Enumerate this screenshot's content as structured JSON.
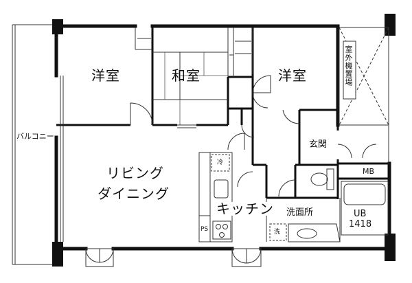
{
  "rooms": {
    "western_room_left": "洋室",
    "japanese_room": "和室",
    "western_room_right": "洋室",
    "entrance": "玄関",
    "living_dining_line1": "リビング",
    "living_dining_line2": "ダイニング",
    "kitchen": "キッチン",
    "washroom": "洗面所",
    "unit_bath_line1": "UB",
    "unit_bath_line2": "1418"
  },
  "labels": {
    "balcony": "バルコニー",
    "outdoor_unit_area": "室外機置場",
    "meter_box": "MB",
    "pipe_space": "PS",
    "refrigerator": "冷",
    "washing_machine": "洗"
  }
}
